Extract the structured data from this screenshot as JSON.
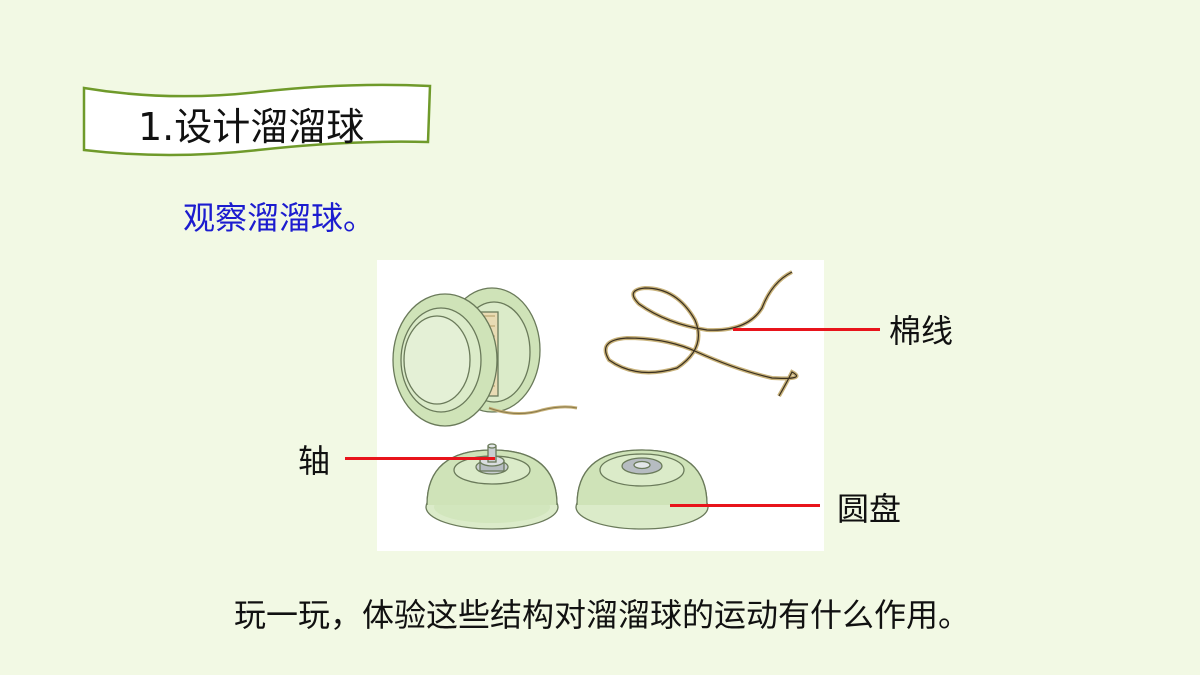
{
  "title": "1.设计溜溜球",
  "subtitle": "观察溜溜球。",
  "figure": {
    "labels": {
      "cotton_thread": "棉线",
      "axle": "轴",
      "disc": "圆盘"
    }
  },
  "question": "玩一玩，体验这些结构对溜溜球的运动有什么作用。",
  "colors": {
    "background": "#f2f9e4",
    "banner_border": "#6f9a2a",
    "subtitle": "#1c1ccf",
    "leader_line": "#e8141b",
    "yoyo_green": "#dbebc9"
  }
}
